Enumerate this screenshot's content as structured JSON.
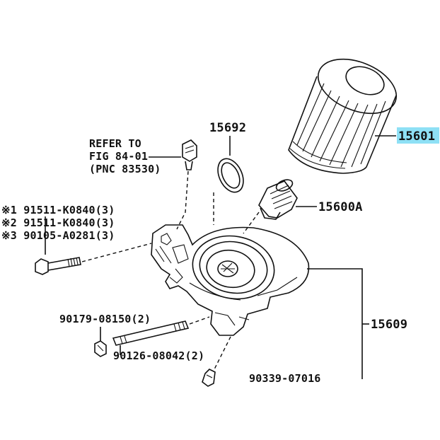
{
  "labels": {
    "refer_line1": "REFER TO",
    "refer_line2": "FIG 84-01",
    "refer_line3": "(PNC 83530)",
    "gasket": "15692",
    "filter": "15601",
    "valve": "15600A",
    "bolt1": "※1 91511-K0840(3)",
    "bolt2": "※2 91511-K0840(3)",
    "bolt3": "※3 90105-A0281(3)",
    "plug": "90179-08150(2)",
    "stud": "90126-08042(2)",
    "nipple": "90339-07016",
    "bracket": "15609"
  },
  "highlight_color": "#8ee0f5"
}
